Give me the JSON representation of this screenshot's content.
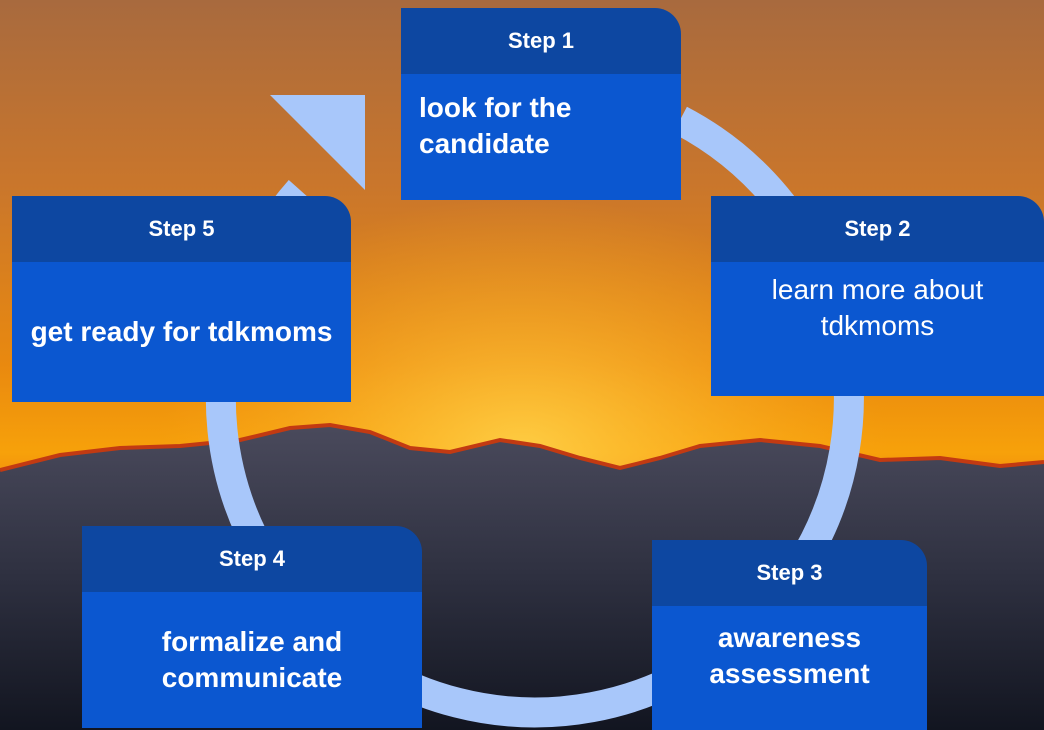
{
  "steps": [
    {
      "step": "Step 1",
      "text": "look for the candidate"
    },
    {
      "step": "Step 2",
      "text": "learn more about tdkmoms"
    },
    {
      "step": "Step 3",
      "text": "awareness assessment"
    },
    {
      "step": "Step 4",
      "text": "formalize and communicate"
    },
    {
      "step": "Step 5",
      "text": "get ready for tdkmoms"
    }
  ],
  "colors": {
    "header": "#0d47a1",
    "body": "#0b57d0",
    "arrow": "#a8c7fa"
  }
}
